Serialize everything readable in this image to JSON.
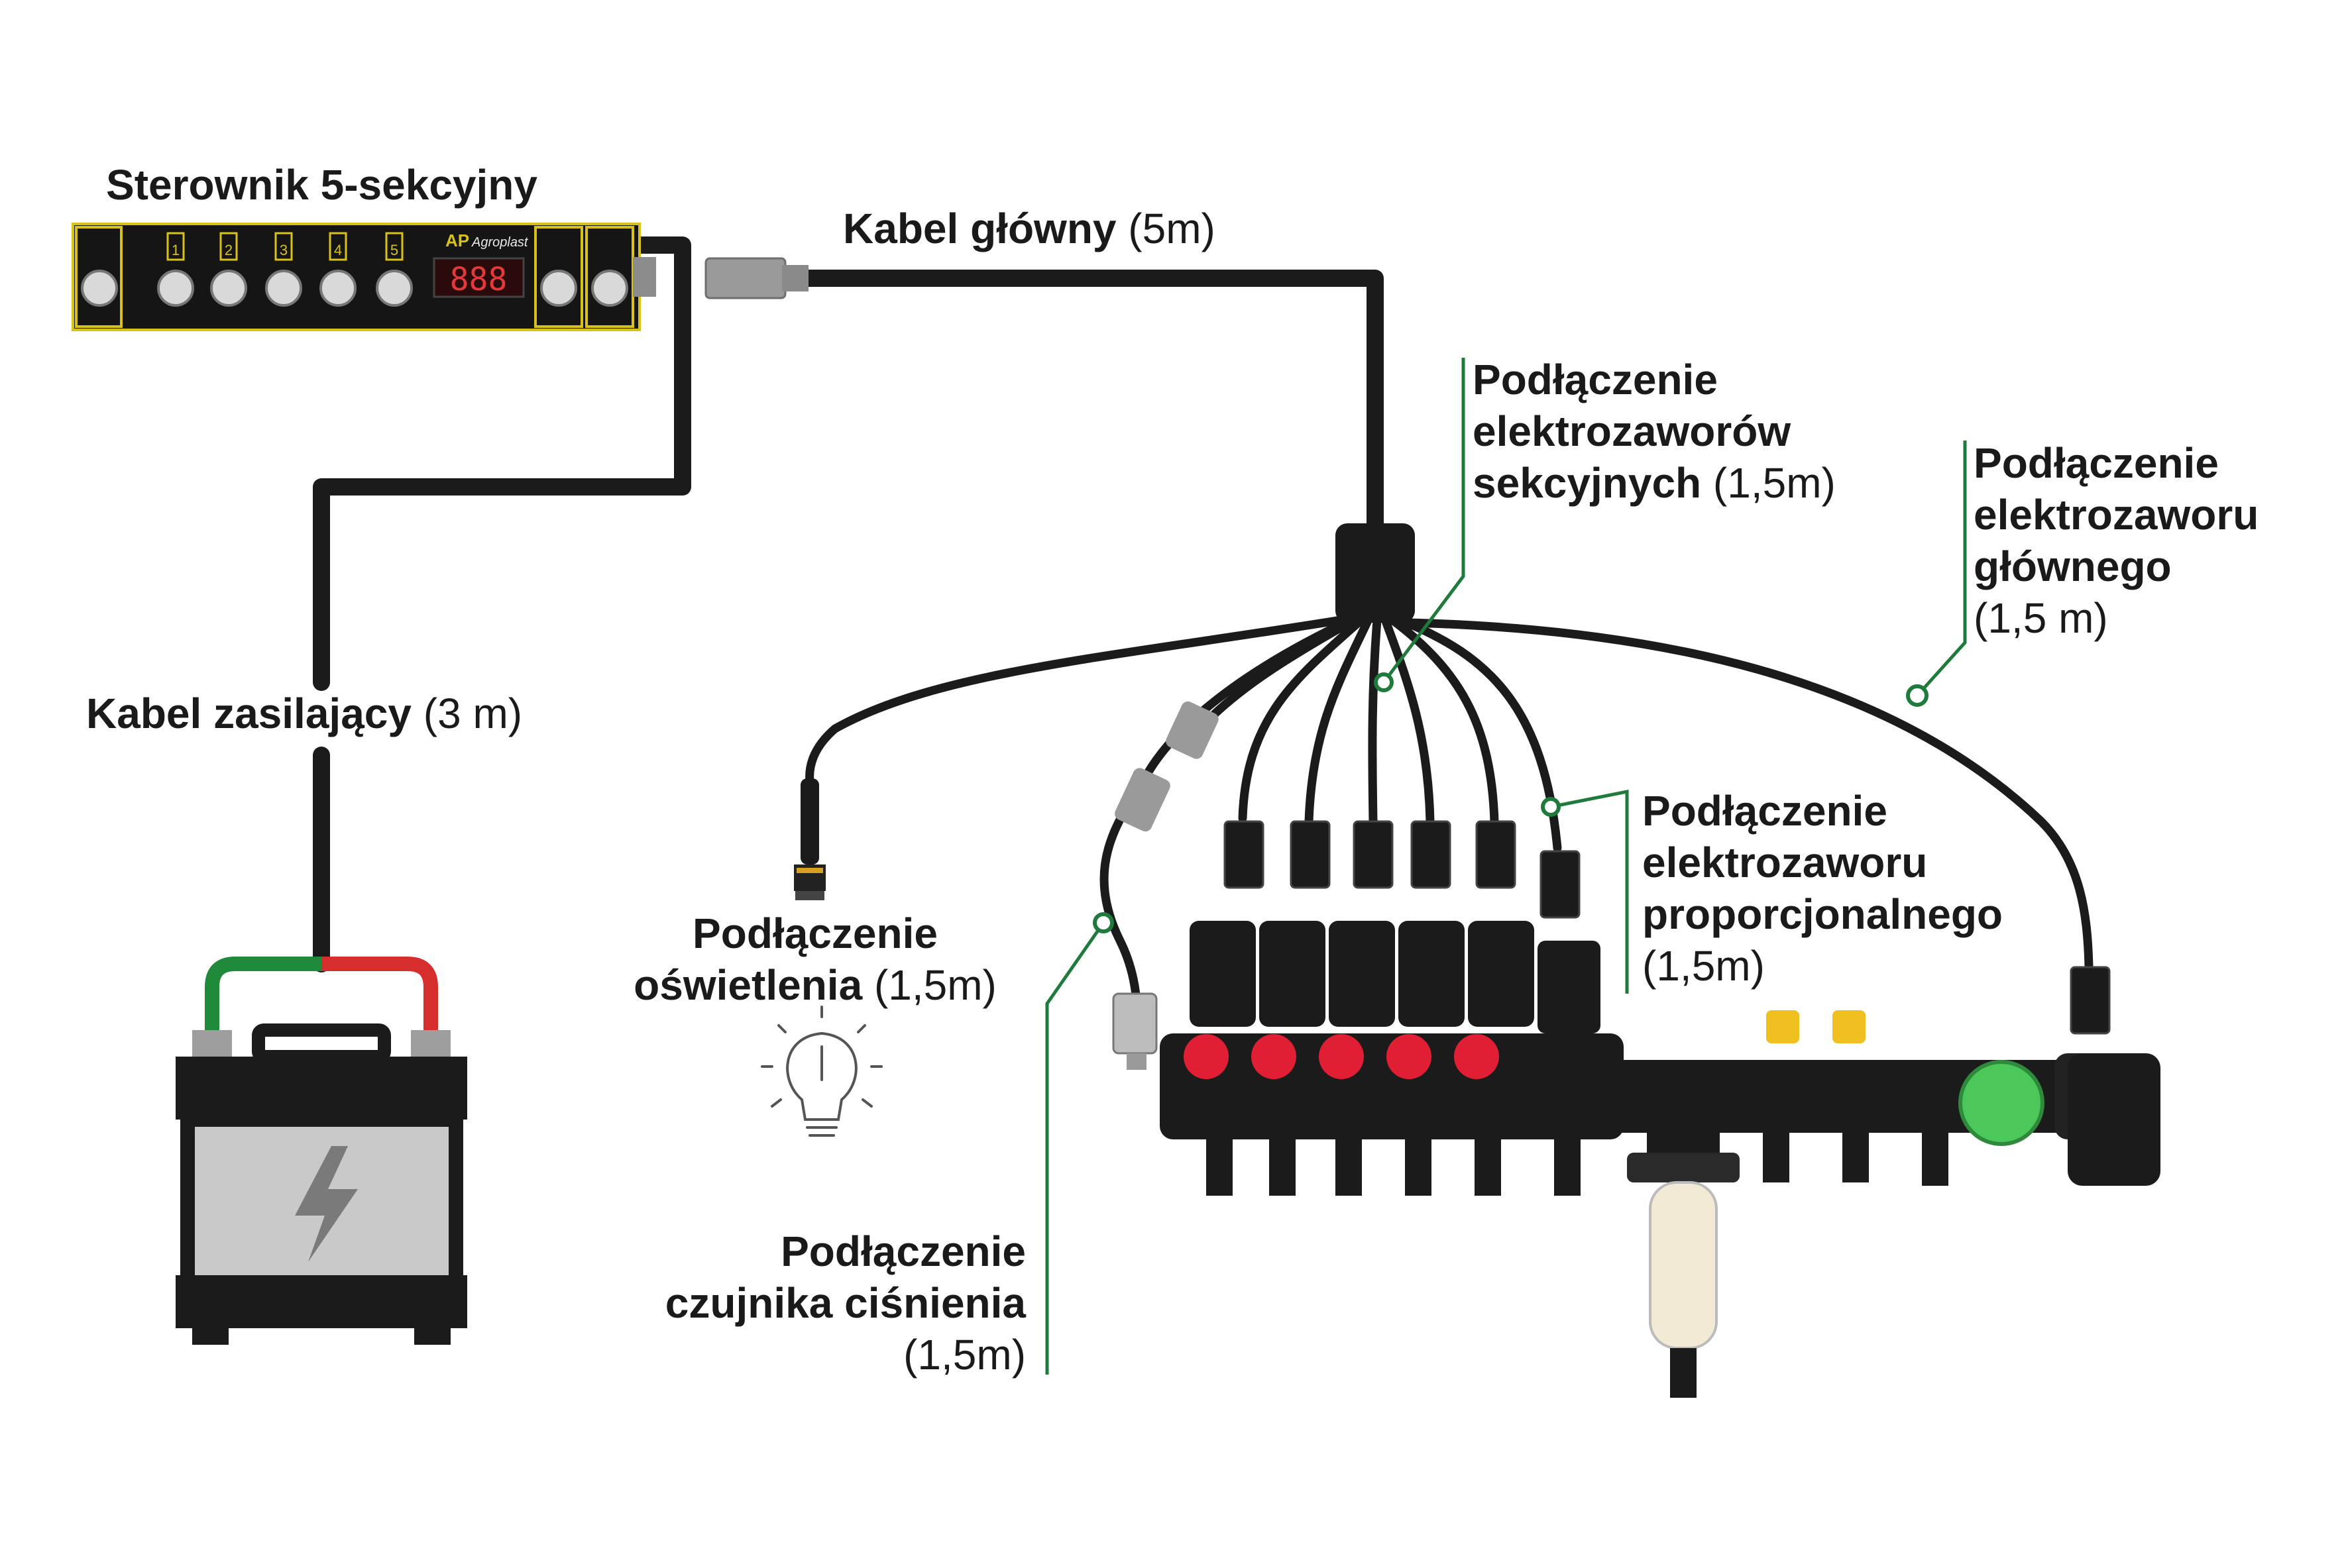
{
  "colors": {
    "cable": "#1b1b1b",
    "leader": "#1e7b3c",
    "battery_red": "#d62d2d",
    "battery_green": "#1e8a3a",
    "valve_knob": "#e01f35",
    "main_knob": "#4cc85a",
    "controller_trim": "#d8c21a",
    "nozzle_yellow": "#f0c020",
    "led_red": "#e33a3a"
  },
  "labels": {
    "controller": {
      "title": "Sterownik 5-sekcyjny"
    },
    "main_cable": {
      "bold": "Kabel główny",
      "normal": "(5m)"
    },
    "power_cable": {
      "bold": "Kabel zasilający",
      "normal": "(3 m)"
    },
    "section_valves": {
      "line1": "Podłączenie",
      "line2": "elektrozaworów",
      "line3_bold": "sekcyjnych",
      "line3_normal": "(1,5m)"
    },
    "main_valve": {
      "line1": "Podłączenie",
      "line2": "elektrozaworu",
      "line3": "głównego",
      "line4": "(1,5 m)"
    },
    "proportional_valve": {
      "line1": "Podłączenie",
      "line2": "elektrozaworu",
      "line3": "proporcjonalnego",
      "line4": "(1,5m)"
    },
    "lighting": {
      "line1": "Podłączenie",
      "line2_bold": "oświetlenia",
      "line2_normal": "(1,5m)"
    },
    "pressure_sensor": {
      "line1": "Podłączenie",
      "line2": "czujnika ciśnienia",
      "line3": "(1,5m)"
    }
  },
  "controller": {
    "brand": "Agroplast",
    "logo": "AP",
    "display": "888",
    "section_numbers": [
      "1",
      "2",
      "3",
      "4",
      "5"
    ]
  },
  "icons": [
    "lightbulb-icon",
    "battery-icon",
    "lightning-bolt-icon",
    "toggle-switch-icon"
  ]
}
